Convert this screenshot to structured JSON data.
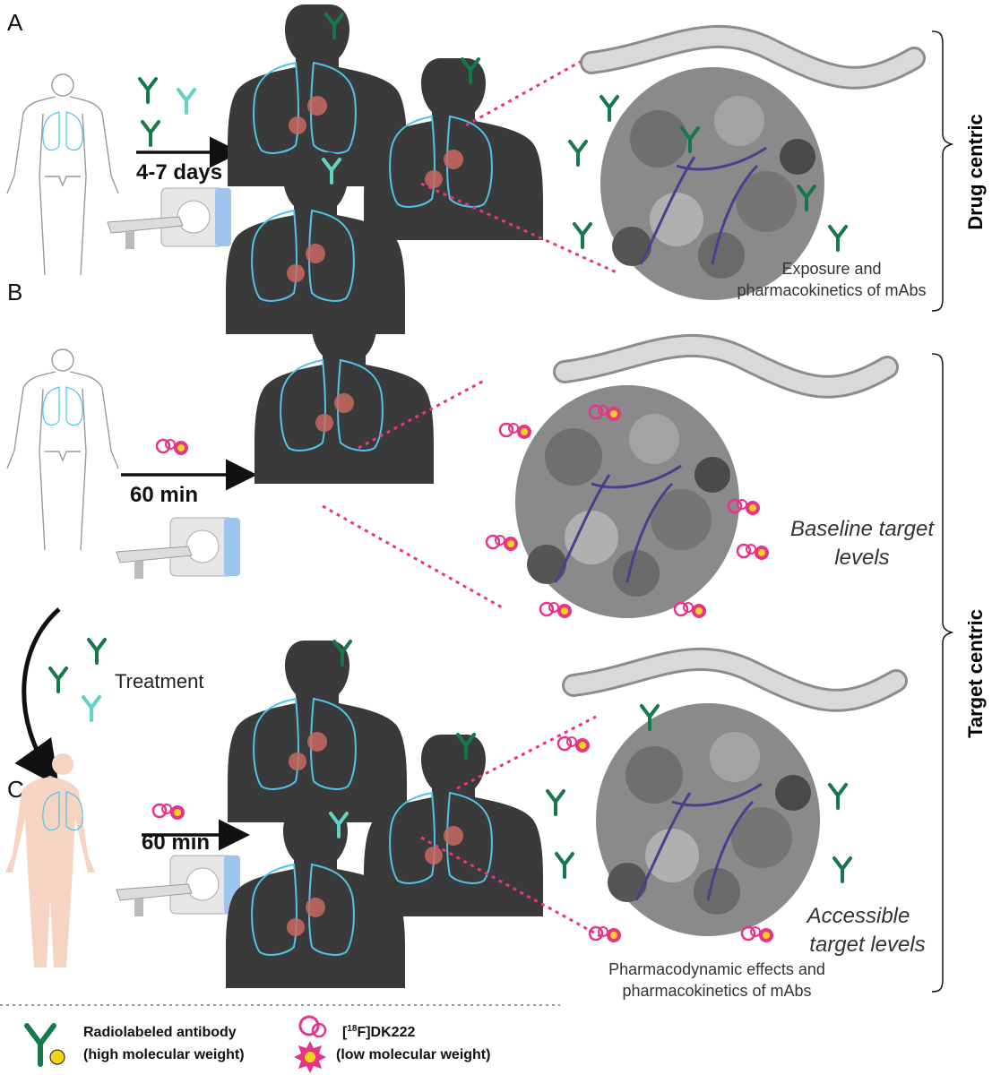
{
  "panels": {
    "a": {
      "letter": "A",
      "arrow_label": "4-7 days",
      "caption_line1": "Exposure and",
      "caption_line2": "pharmacokinetics of mAbs"
    },
    "b": {
      "letter": "B",
      "arrow_label": "60 min",
      "caption_line1": "Baseline target",
      "caption_line2": "levels"
    },
    "c": {
      "letter": "C",
      "arrow_label": "60 min",
      "caption_line1": "Accessible",
      "caption_line2": "target levels",
      "caption2_line1": "Pharmacodynamic effects and",
      "caption2_line2": "pharmacokinetics of mAbs"
    }
  },
  "treatment_label": "Treatment",
  "side_labels": {
    "drug_centric": "Drug centric",
    "target_centric": "Target centric"
  },
  "legend": {
    "antibody_line1": "Radiolabeled antibody",
    "antibody_line2": "(high molecular weight)",
    "tracer_prefix": "[",
    "tracer_sup": "18",
    "tracer_suffix": "F]DK222",
    "tracer_line2": "(low molecular weight)"
  },
  "colors": {
    "body": "#3a3a3a",
    "lung": "#4fc3e8",
    "dark_ab": "#17784b",
    "light_ab": "#62d3c2",
    "tracer": "#e8338a",
    "vessel": "#bdbdbd",
    "tumor": "#8a8a8a",
    "dashed": "#e8338a",
    "yellow": "#f2b824"
  }
}
